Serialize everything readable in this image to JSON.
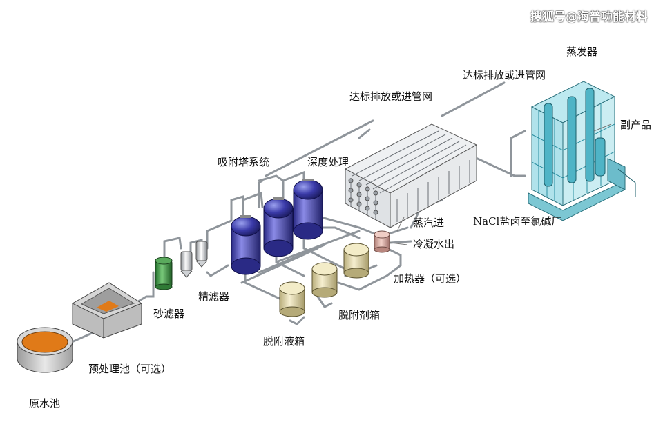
{
  "watermark": "搜狐号@海普功能材料",
  "labels": {
    "raw_water_pool": "原水池",
    "pretreatment_pool": "预处理池（可选）",
    "sand_filter": "砂滤器",
    "precision_filter": "精滤器",
    "adsorption_tower_system": "吸附塔系统",
    "deep_treatment": "深度处理",
    "discharge_or_pipe_network_1": "达标排放或进管网",
    "discharge_or_pipe_network_2": "达标排放或进管网",
    "evaporator": "蒸发器",
    "byproduct": "副产品",
    "brine_to_chlor_alkali": "NaCl盐卤至氯碱厂",
    "steam_in": "蒸汽进",
    "condensate_out": "冷凝水出",
    "heater_optional": "加热器（可选）",
    "desorbent_tank": "脱附剂箱",
    "desorption_liquid_tank": "脱附液箱"
  },
  "colors": {
    "pool_liquid": "#e07a18",
    "sand_filter": "#3f9a45",
    "adsorption_tower": "#3a3aa8",
    "tank": "#ece1b0",
    "heater": "#e2b8b0",
    "evaporator_frame": "#5fc7d8",
    "pipe": "#9aa0a6"
  }
}
